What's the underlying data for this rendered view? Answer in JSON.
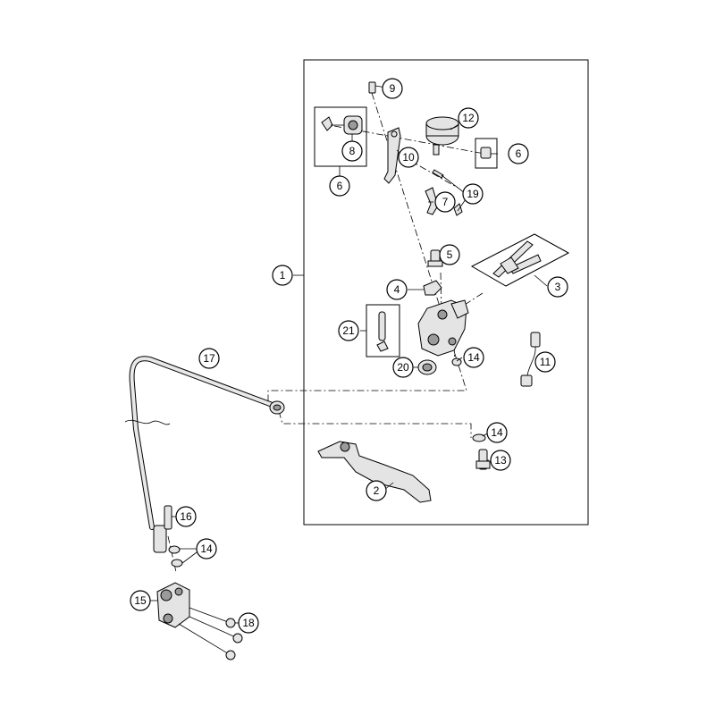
{
  "callouts": {
    "c1": "1",
    "c2": "2",
    "c3": "3",
    "c4": "4",
    "c5": "5",
    "c6a": "6",
    "c6b": "6",
    "c7": "7",
    "c8": "8",
    "c9": "9",
    "c10": "10",
    "c11": "11",
    "c12": "12",
    "c13": "13",
    "c14a": "14",
    "c14b": "14",
    "c14c": "14",
    "c15": "15",
    "c16": "16",
    "c17": "17",
    "c18": "18",
    "c19": "19",
    "c20": "20",
    "c21": "21"
  }
}
